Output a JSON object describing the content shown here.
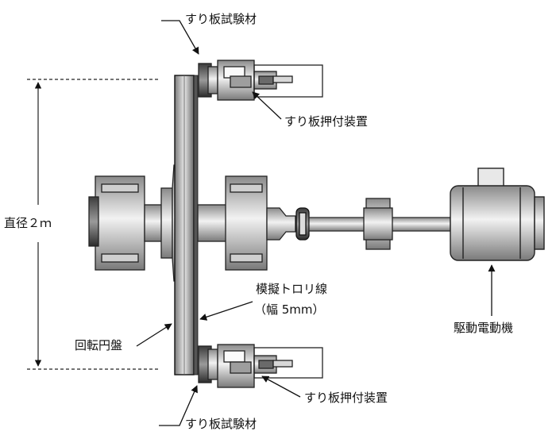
{
  "labels": {
    "slider_top": "すり板試験材",
    "pusher_top": "すり板押付装置",
    "diameter": "直径２ｍ",
    "trolley_line": "模擬トロリ線",
    "trolley_width": "（幅 5mm）",
    "disk": "回転円盤",
    "motor": "駆動電動機",
    "pusher_bottom": "すり板押付装置",
    "slider_bottom": "すり板試験材"
  }
}
